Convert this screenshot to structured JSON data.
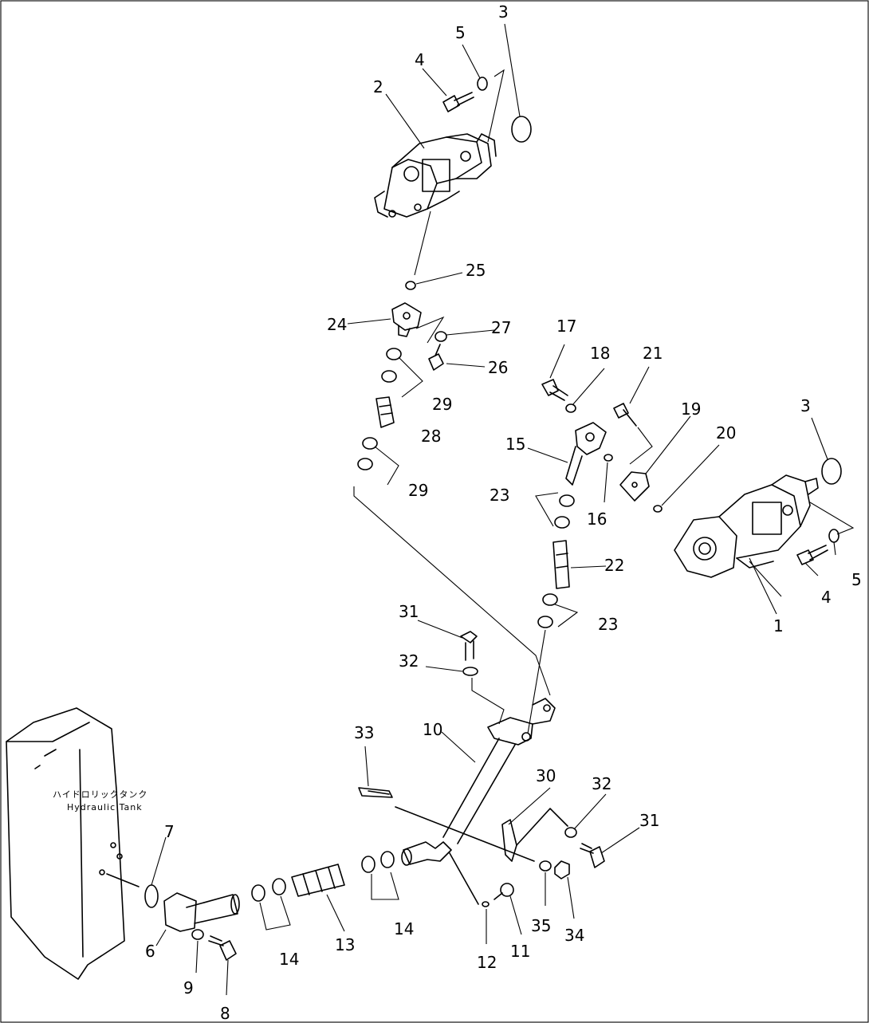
{
  "diagram": {
    "tank_label_jp": "ハイドロリックタンク",
    "tank_label_en": "Hydraulic Tank",
    "callouts": {
      "c1": "1",
      "c2": "2",
      "c3a": "3",
      "c3b": "3",
      "c4a": "4",
      "c4b": "4",
      "c5a": "5",
      "c5b": "5",
      "c6": "6",
      "c7": "7",
      "c8": "8",
      "c9": "9",
      "c10": "10",
      "c11": "11",
      "c12": "12",
      "c13": "13",
      "c14a": "14",
      "c14b": "14",
      "c15": "15",
      "c16": "16",
      "c17": "17",
      "c18": "18",
      "c19": "19",
      "c20": "20",
      "c21": "21",
      "c22": "22",
      "c23a": "23",
      "c23b": "23",
      "c24": "24",
      "c25": "25",
      "c26": "26",
      "c27": "27",
      "c28": "28",
      "c29a": "29",
      "c29b": "29",
      "c30": "30",
      "c31a": "31",
      "c31b": "31",
      "c32a": "32",
      "c32b": "32",
      "c33": "33",
      "c34": "34",
      "c35": "35"
    }
  }
}
